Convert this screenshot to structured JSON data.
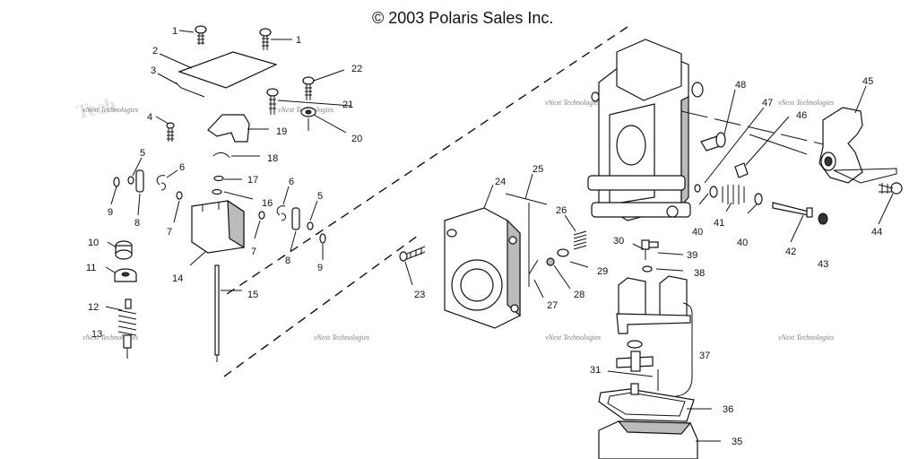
{
  "copyright": "© 2003 Polaris Sales Inc.",
  "watermark": "vNext Technologies",
  "callouts": [
    "1",
    "1",
    "2",
    "3",
    "22",
    "4",
    "21",
    "20",
    "19",
    "18",
    "5",
    "6",
    "17",
    "16",
    "6",
    "5",
    "9",
    "8",
    "7",
    "7",
    "8",
    "9",
    "10",
    "11",
    "14",
    "15",
    "12",
    "13",
    "48",
    "47",
    "46",
    "45",
    "25",
    "24",
    "26",
    "30",
    "39",
    "40",
    "41",
    "40",
    "42",
    "43",
    "44",
    "29",
    "38",
    "23",
    "28",
    "27",
    "37",
    "31",
    "36",
    "35"
  ]
}
